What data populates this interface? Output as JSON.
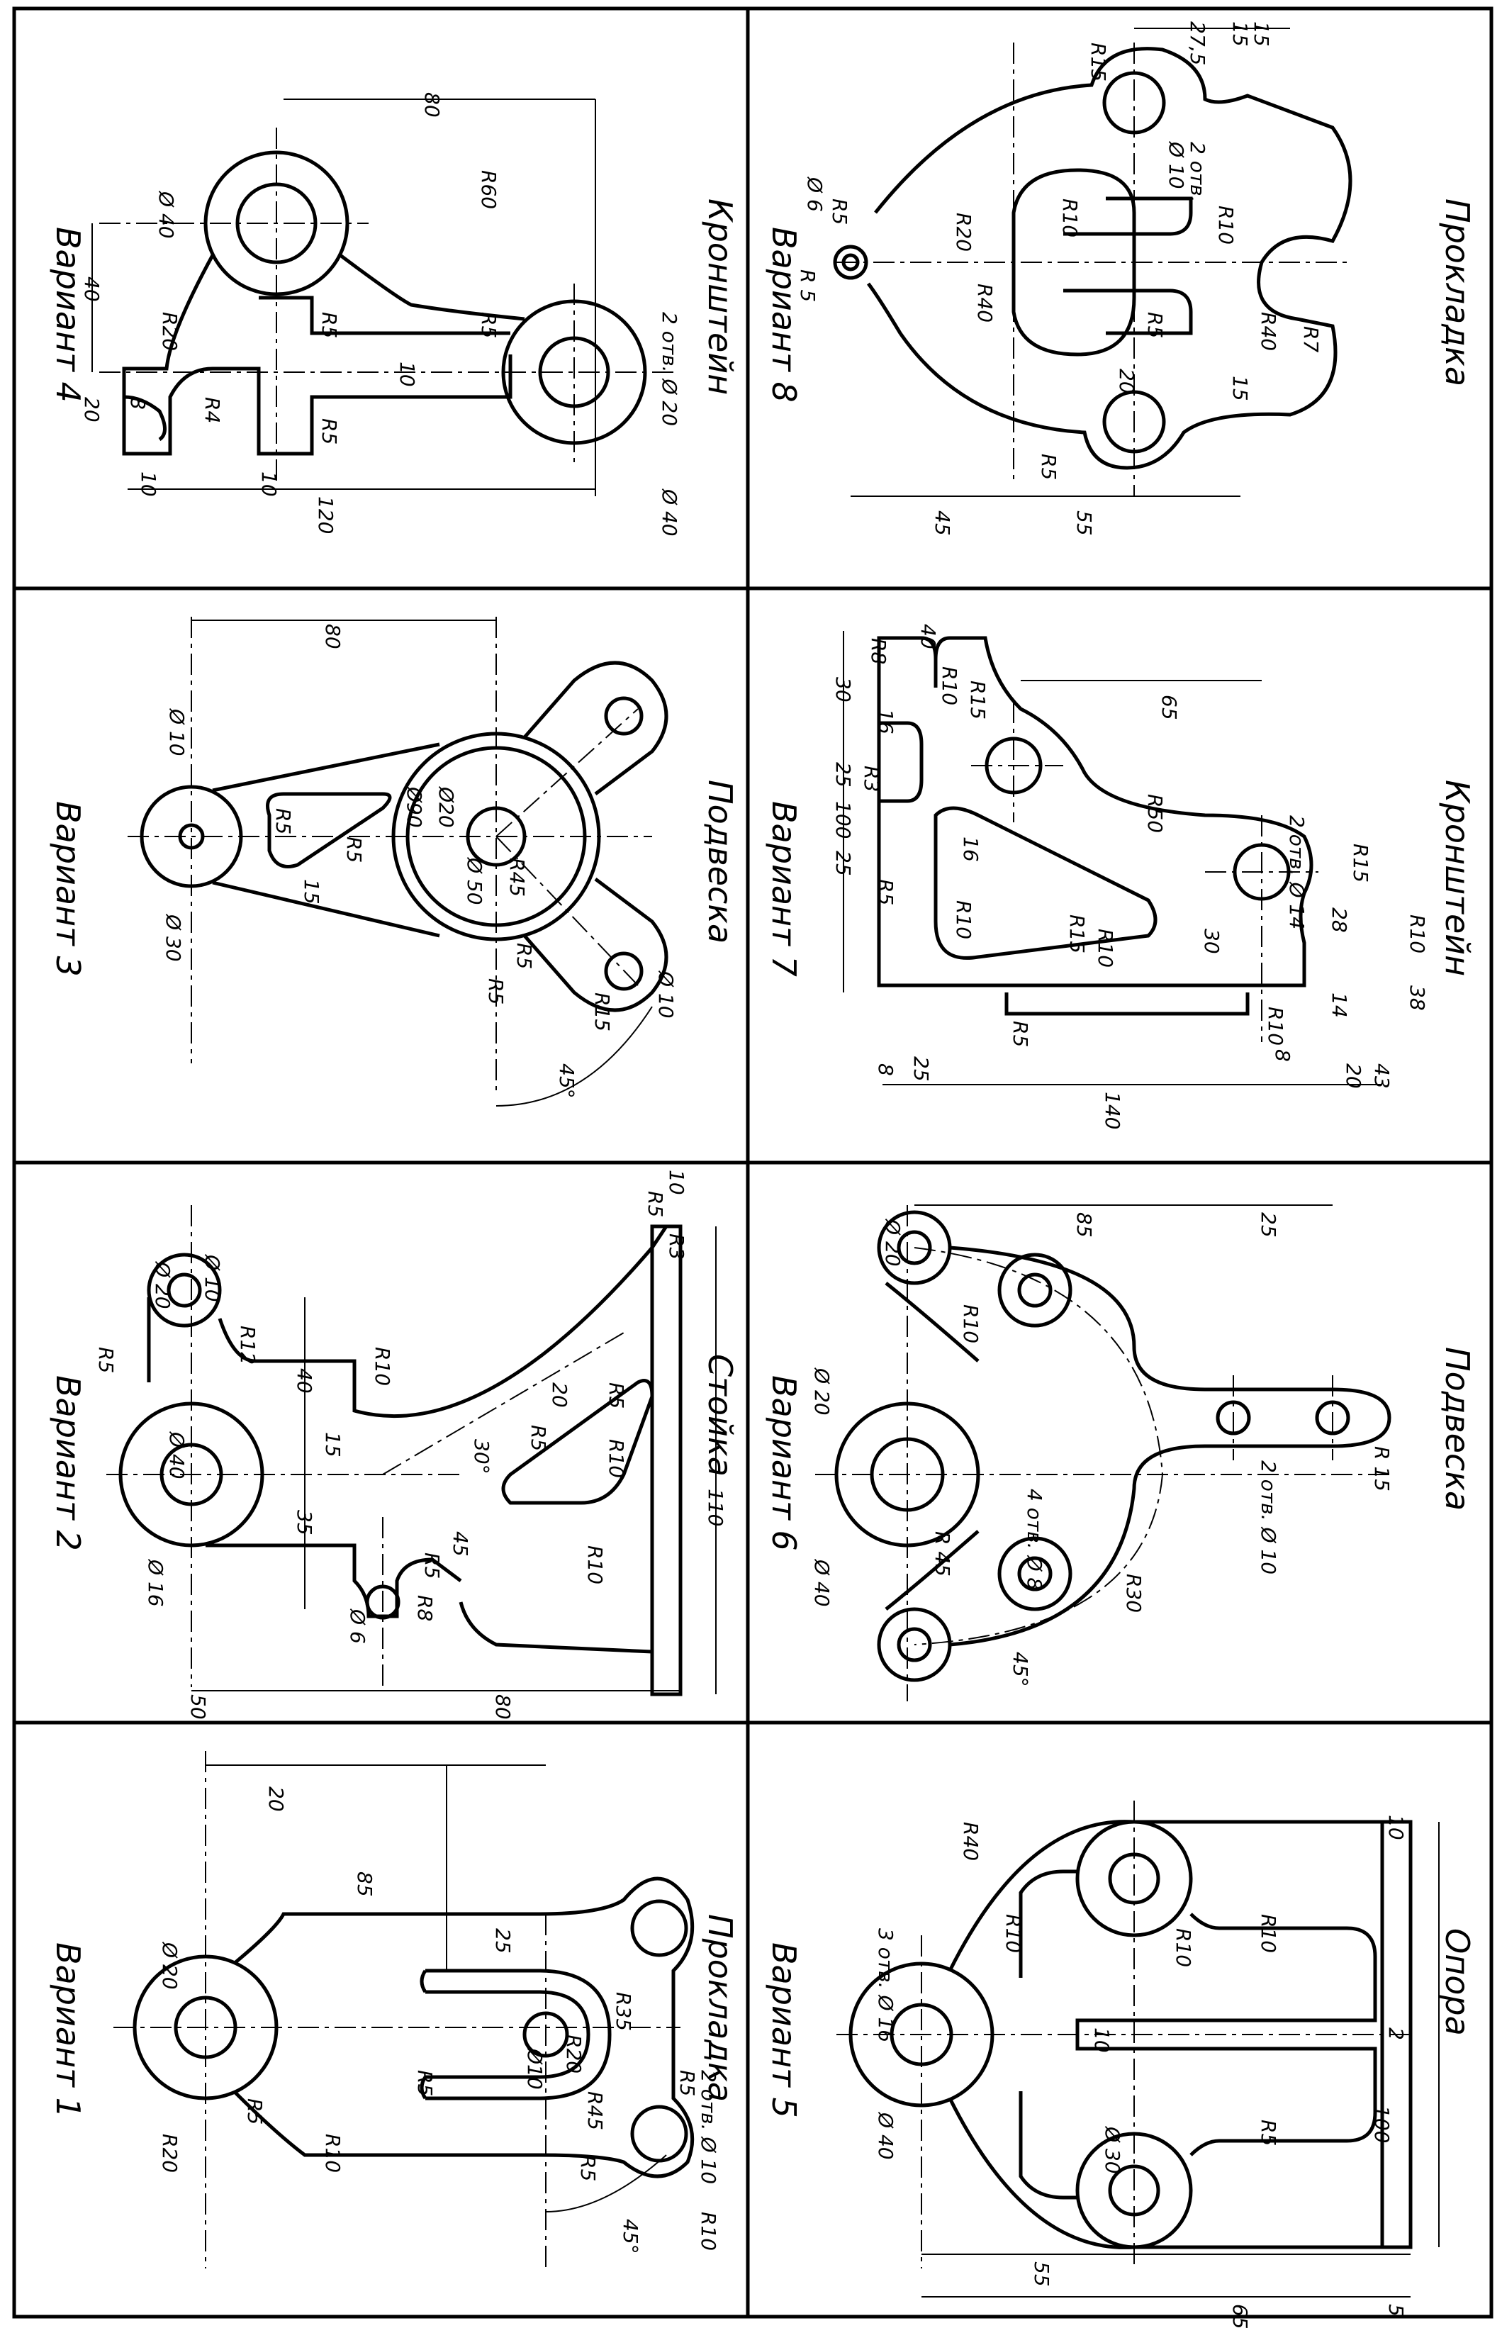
{
  "sheet": {
    "variants": [
      {
        "id": 1,
        "heading": "Вариант  1",
        "title": "Прокладка",
        "dims": [
          "Ø 20",
          "R20",
          "R5",
          "R10",
          "85",
          "20",
          "25",
          "R5",
          "Ø10",
          "R35",
          "R20",
          "R45",
          "R5",
          "R5",
          "2 отв. Ø 10",
          "R10",
          "45°"
        ]
      },
      {
        "id": 2,
        "heading": "Вариант  2",
        "title": "Стойка",
        "dims": [
          "Ø 20",
          "Ø 10",
          "R5",
          "Ø 40",
          "Ø 16",
          "R12",
          "R10",
          "40",
          "15",
          "35",
          "45",
          "30°",
          "20",
          "R5",
          "R5",
          "R10",
          "R10",
          "R8",
          "R5",
          "Ø 6",
          "50",
          "80",
          "110",
          "10",
          "R5",
          "R3"
        ]
      },
      {
        "id": 3,
        "heading": "Вариант  3",
        "title": "Подвеска",
        "dims": [
          "Ø 10",
          "Ø 30",
          "80",
          "R5",
          "R5",
          "15",
          "Ø90",
          "Ø20",
          "Ø 50",
          "R45",
          "R5",
          "R5",
          "R15",
          "Ø 10",
          "45°"
        ]
      },
      {
        "id": 4,
        "heading": "Вариант  4",
        "title": "Кронштейн",
        "dims": [
          "Ø 40",
          "80",
          "R60",
          "40",
          "R20",
          "R5",
          "R5",
          "10",
          "20",
          "8",
          "R4",
          "R5",
          "10",
          "10",
          "120",
          "2 отв. Ø 20",
          "Ø 40"
        ]
      },
      {
        "id": 5,
        "heading": "Вариант  5",
        "title": "Опора",
        "dims": [
          "3 отв. Ø 16",
          "Ø 40",
          "R40",
          "R10",
          "R10",
          "R10",
          "10",
          "Ø 30",
          "R5",
          "10",
          "100",
          "2",
          "65",
          "55",
          "5"
        ]
      },
      {
        "id": 6,
        "heading": "Вариант  6",
        "title": "Подвеска",
        "dims": [
          "Ø 20",
          "Ø 20",
          "R10",
          "85",
          "4 отв. Ø 8",
          "Ø 40",
          "R 45",
          "45°",
          "R30",
          "2 отв. Ø 10",
          "R 15",
          "25"
        ]
      },
      {
        "id": 7,
        "heading": "Вариант  7",
        "title": "Кронштейн",
        "dims": [
          "100",
          "30",
          "25",
          "25",
          "R8",
          "40",
          "R10",
          "R15",
          "16",
          "65",
          "R50",
          "R3",
          "R5",
          "16",
          "R10",
          "R15",
          "R10",
          "30",
          "2 отв. Ø 14",
          "R15",
          "28",
          "R10",
          "38",
          "14",
          "R10",
          "8",
          "20",
          "43",
          "R5",
          "25",
          "8",
          "140"
        ]
      },
      {
        "id": 8,
        "heading": "Вариант  8",
        "title": "Прокладка",
        "dims": [
          "15",
          "27,5",
          "15",
          "R15",
          "Ø 10",
          "2 отв.",
          "Ø 6",
          "R5",
          "R 5",
          "R20",
          "R10",
          "R10",
          "R40",
          "R5",
          "R40",
          "R7",
          "20",
          "15",
          "R5",
          "45",
          "55"
        ]
      }
    ]
  }
}
